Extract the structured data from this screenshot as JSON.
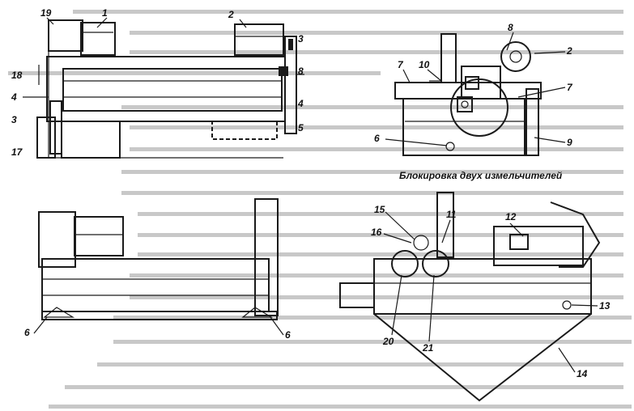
{
  "caption": "Блокировка двух измельчителей",
  "callouts": {
    "top_left": [
      "19",
      "1",
      "2",
      "3",
      "8",
      "18",
      "4",
      "4",
      "3",
      "5",
      "17"
    ],
    "top_right": [
      "8",
      "2",
      "7",
      "10",
      "7",
      "6",
      "9"
    ],
    "bottom_left": [
      "6",
      "6"
    ],
    "bottom_right": [
      "15",
      "11",
      "12",
      "16",
      "20",
      "21",
      "13",
      "14"
    ]
  }
}
